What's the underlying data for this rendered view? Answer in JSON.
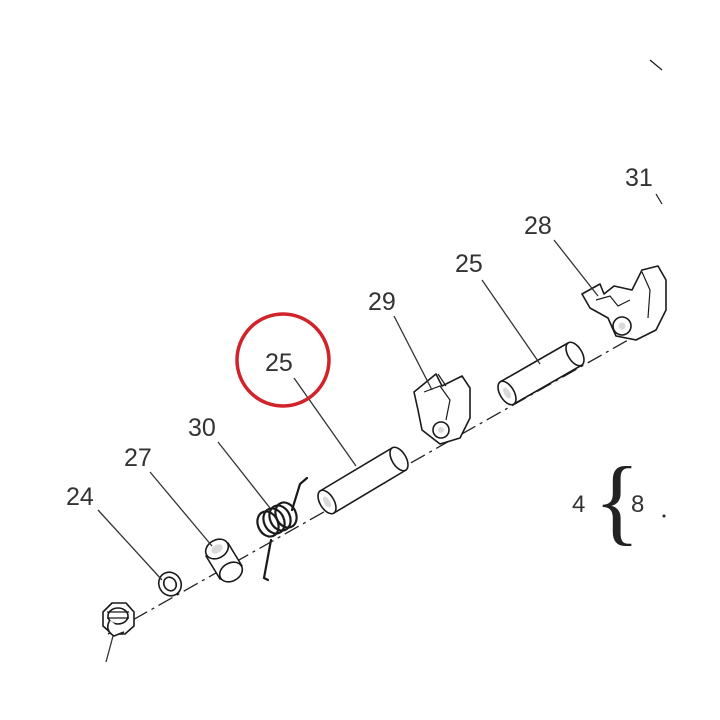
{
  "callouts": {
    "p24": "24",
    "p27": "27",
    "p30": "30",
    "p25a": "25",
    "p29": "29",
    "p25b": "25",
    "p28": "28",
    "p31": "31"
  },
  "brace_group": {
    "left": "4",
    "right": "8"
  },
  "highlight": {
    "part": "25",
    "color": "#d0232a"
  },
  "colors": {
    "line": "#1a1a1a",
    "label": "#333333"
  }
}
